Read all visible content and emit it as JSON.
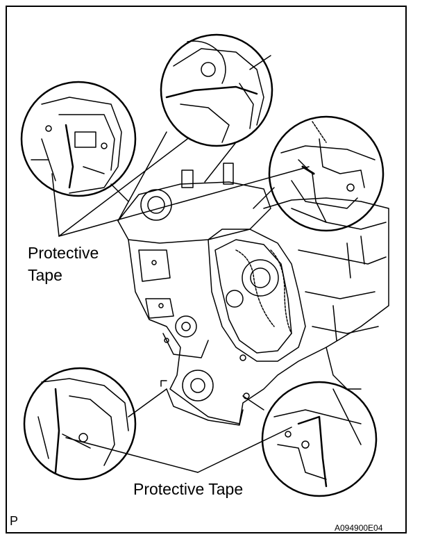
{
  "labels": {
    "top_line1": "Protective",
    "top_line2": "Tape",
    "bottom": "Protective Tape"
  },
  "corner_mark": "P",
  "figure_code": "A094900E04",
  "colors": {
    "ink": "#000000",
    "paper": "#ffffff"
  }
}
